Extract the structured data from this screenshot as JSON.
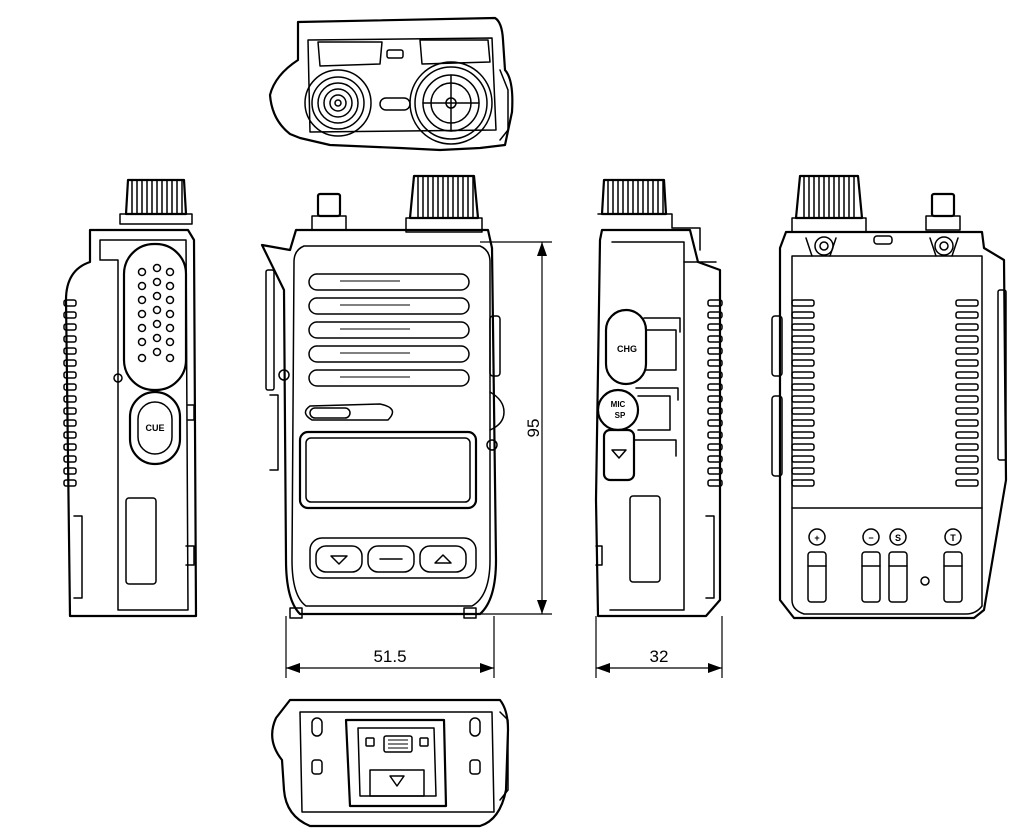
{
  "dimensions": {
    "height_label": "95",
    "width_label": "51.5",
    "depth_label": "32"
  },
  "labels": {
    "cue": "CUE",
    "chg": "CHG",
    "mic": "MIC",
    "sp": "SP",
    "plus": "+",
    "minus": "−",
    "s": "S",
    "t": "T"
  }
}
